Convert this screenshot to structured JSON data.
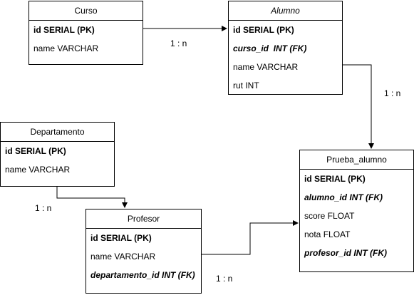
{
  "entities": {
    "curso": {
      "title": "Curso",
      "fields": [
        "id SERIAL (PK)",
        "name VARCHAR"
      ]
    },
    "alumno": {
      "title": "Alumno",
      "fields": [
        "id SERIAL (PK)",
        "curso_id  INT (FK)",
        "name VARCHAR",
        "rut INT"
      ]
    },
    "departamento": {
      "title": "Departamento",
      "fields": [
        "id SERIAL (PK)",
        "name VARCHAR"
      ]
    },
    "prueba_alumno": {
      "title": "Prueba_alumno",
      "fields": [
        "id SERIAL (PK)",
        "alumno_id INT (FK)",
        "score FLOAT",
        "nota FLOAT",
        "profesor_id INT (FK)"
      ]
    },
    "profesor": {
      "title": "Profesor",
      "fields": [
        "id SERIAL (PK)",
        "name VARCHAR",
        "departamento_id INT (FK)"
      ]
    }
  },
  "relationships": {
    "curso_alumno": "1 : n",
    "alumno_prueba": "1 : n",
    "departamento_profesor": "1 : n",
    "profesor_prueba": "1 : n"
  }
}
